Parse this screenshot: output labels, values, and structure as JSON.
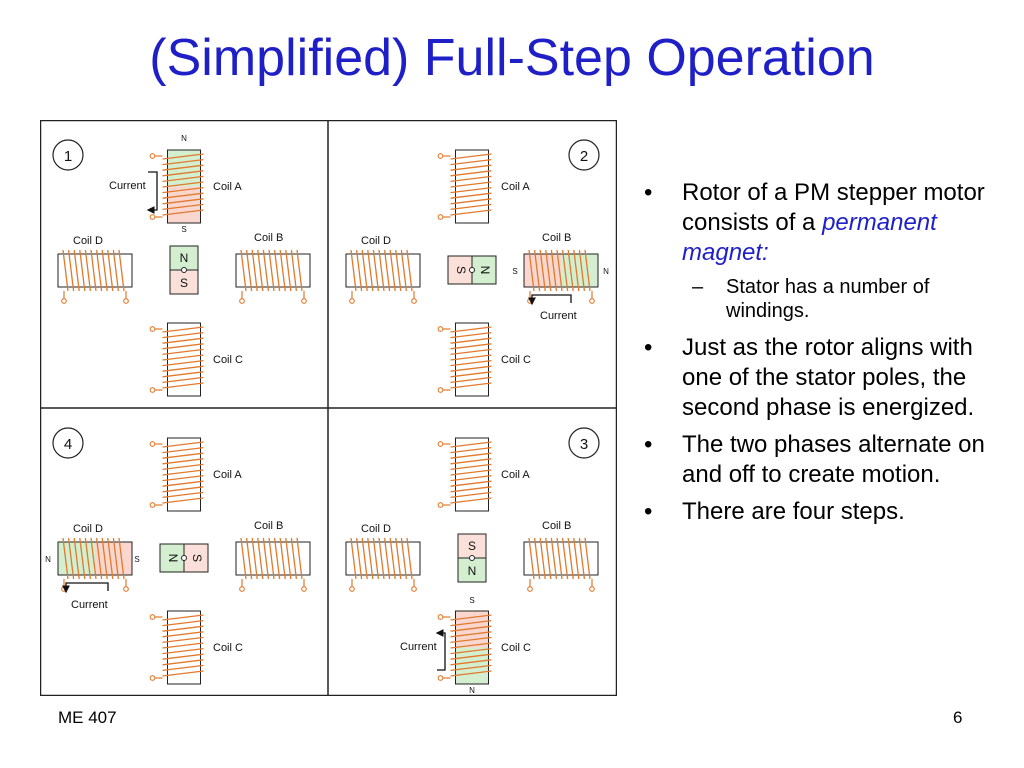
{
  "slide": {
    "title": "(Simplified) Full-Step Operation",
    "footer_left": "ME 407",
    "page_number": "6"
  },
  "bullets": {
    "b1_text": "Rotor of a PM stepper motor consists of a ",
    "b1_em": "permanent magnet:",
    "b1_sub": "Stator has a number of windings.",
    "b2": "Just as the rotor aligns with one of the stator poles, the second phase is energized.",
    "b3": "The two phases alternate on and off to create motion.",
    "b4": "There are four steps."
  },
  "labels": {
    "coil_a": "Coil A",
    "coil_b": "Coil B",
    "coil_c": "Coil C",
    "coil_d": "Coil D",
    "current": "Current",
    "n": "N",
    "s": "S"
  },
  "steps": [
    "1",
    "2",
    "3",
    "4"
  ],
  "colors": {
    "title": "#1f1fc8",
    "coil_wire": "#e07a2e",
    "energized_north": "#d4efd0",
    "energized_south": "#f9d7cf",
    "magnet_north": "#d4efd0",
    "magnet_south": "#fbe0da"
  }
}
